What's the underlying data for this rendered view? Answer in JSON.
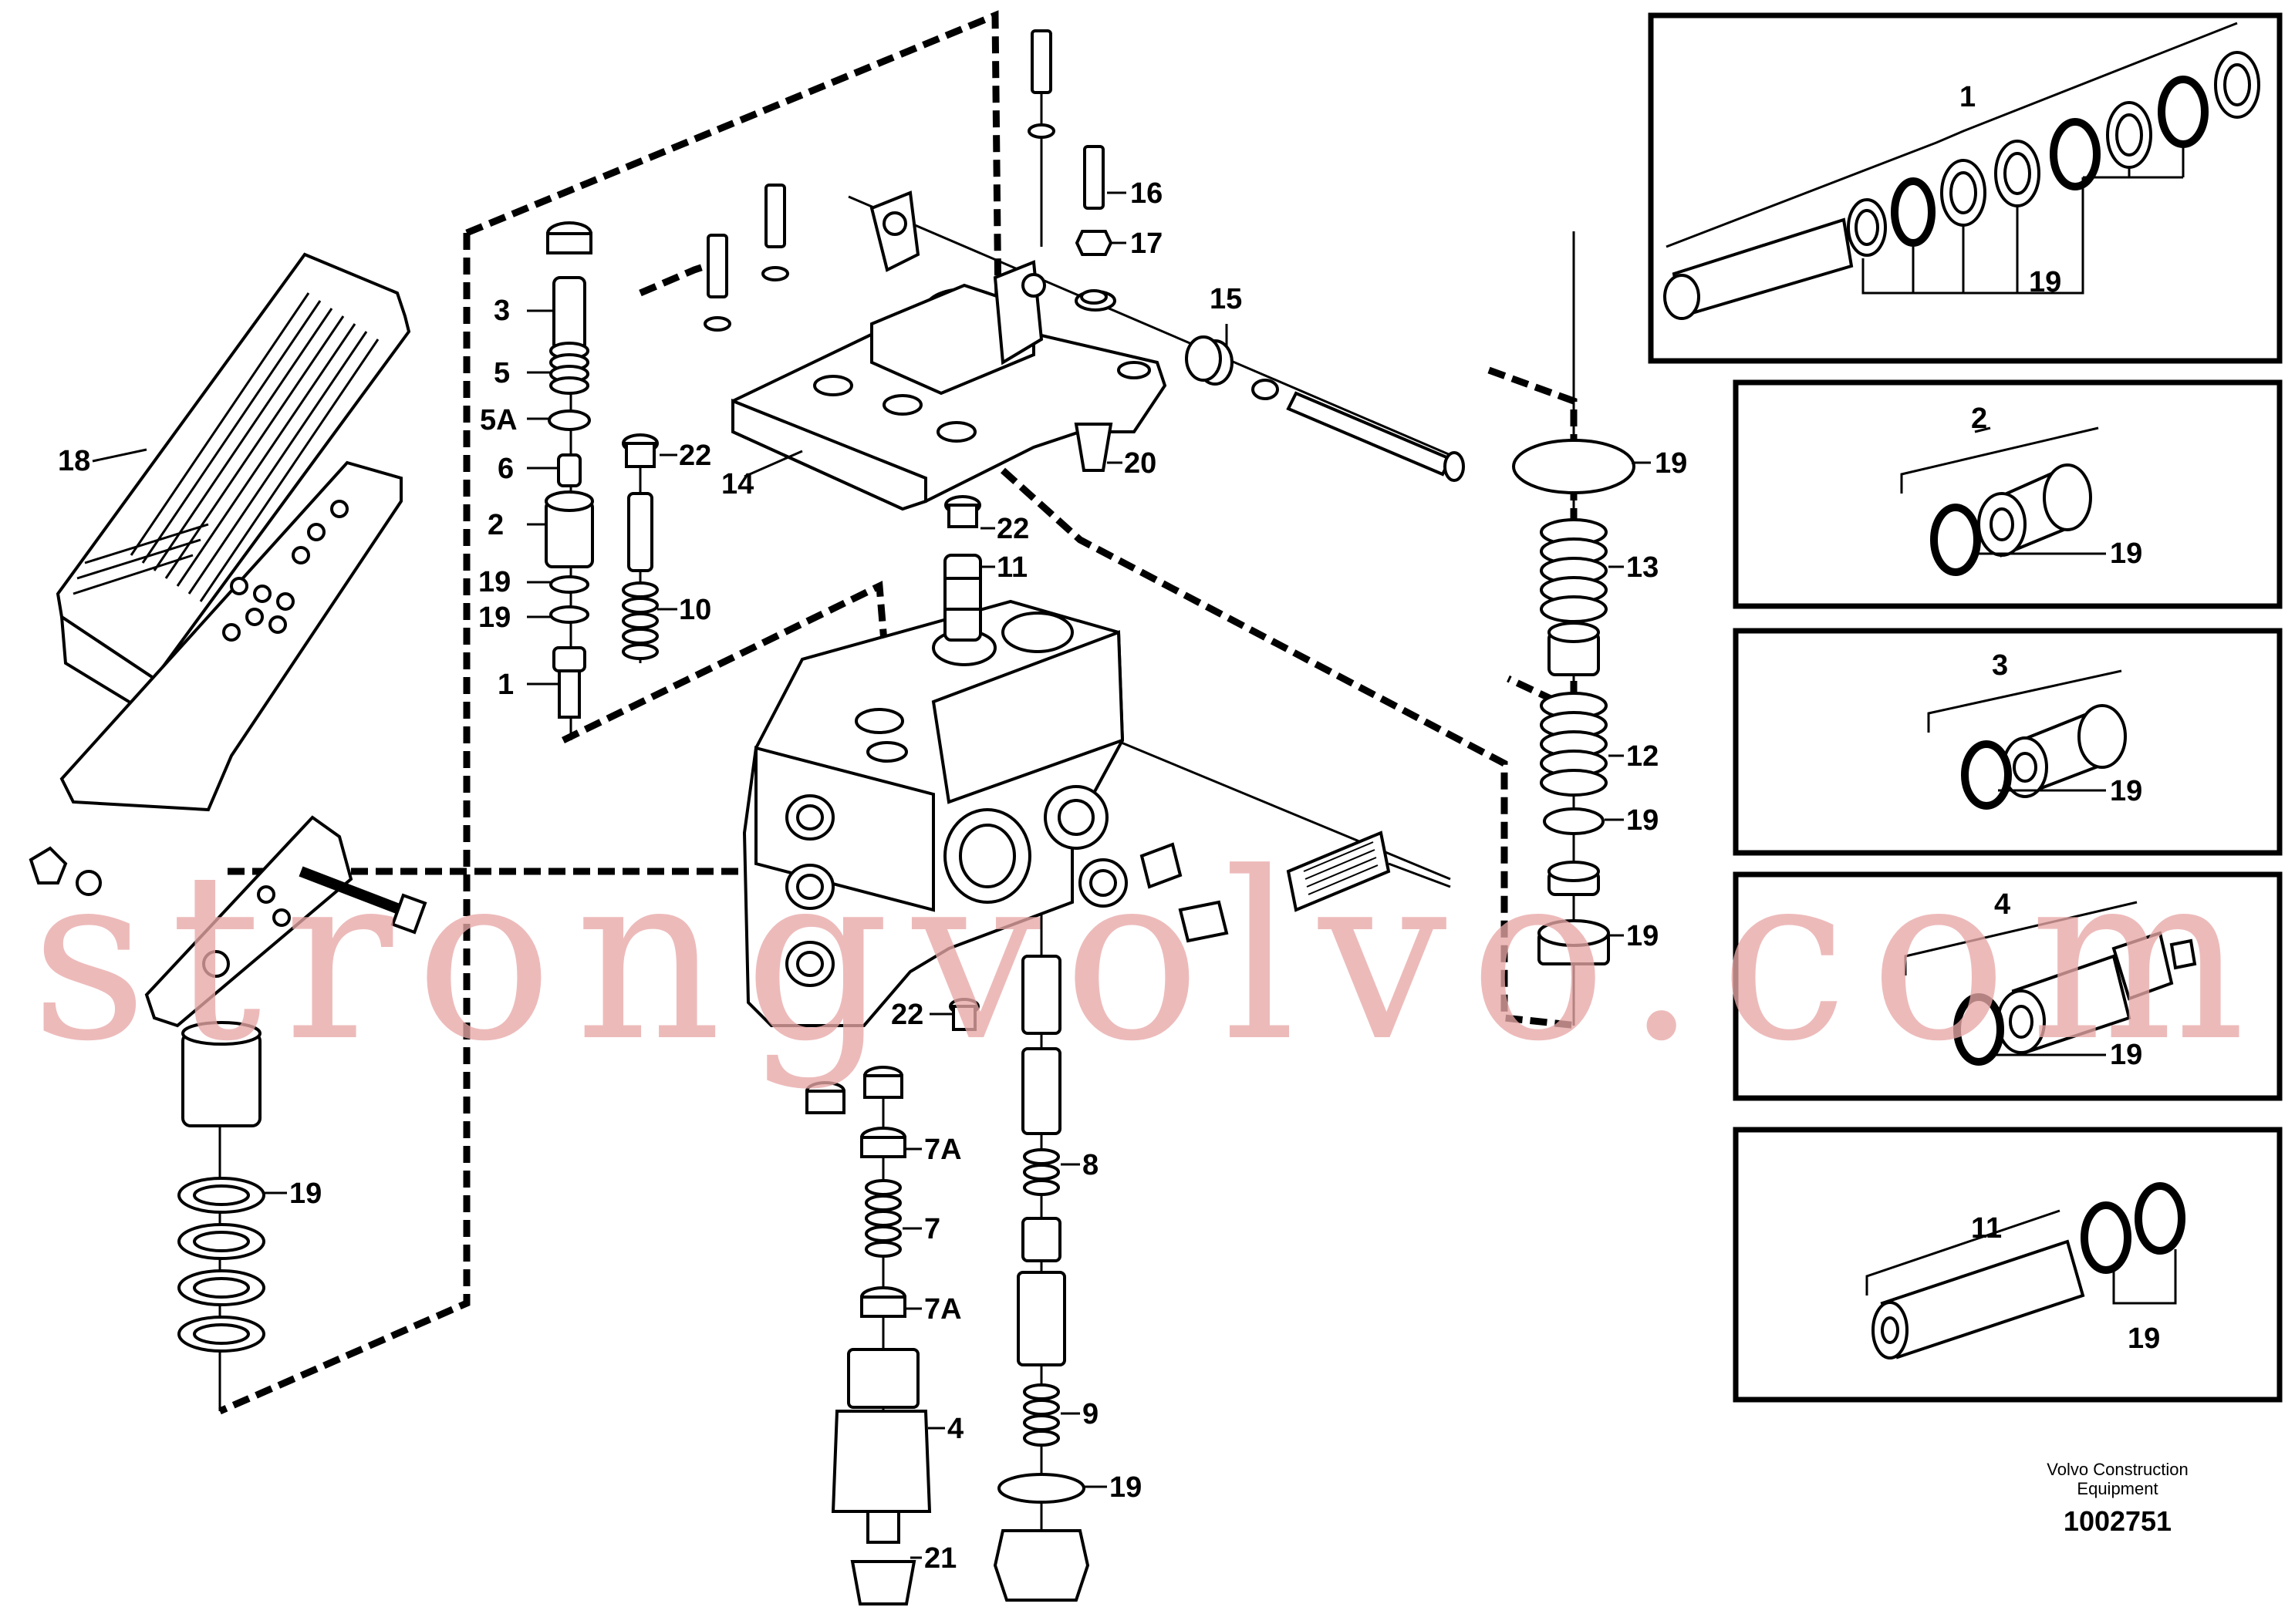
{
  "diagram": {
    "callouts": {
      "c1": "1",
      "c2": "2",
      "c3": "3",
      "c4": "4",
      "c5": "5",
      "c5a": "5A",
      "c6": "6",
      "c7": "7",
      "c7a_top": "7A",
      "c7a_bottom": "7A",
      "c8": "8",
      "c9": "9",
      "c10": "10",
      "c11": "11",
      "c12": "12",
      "c13": "13",
      "c14": "14",
      "c15": "15",
      "c16": "16",
      "c17": "17",
      "c18": "18",
      "c19_left_a": "19",
      "c19_left_b": "19",
      "c19_bottom_left": "19",
      "c19_bottom_mid": "19",
      "c19_right_top": "19",
      "c19_right_mid": "19",
      "c19_right_bottom": "19",
      "c20": "20",
      "c21": "21",
      "c22_top": "22",
      "c22_mid": "22",
      "c22_low": "22"
    },
    "insets": [
      {
        "name": "inset-1",
        "label": "1",
        "seal_label": "19"
      },
      {
        "name": "inset-2",
        "label": "2",
        "seal_label": "19"
      },
      {
        "name": "inset-3",
        "label": "3",
        "seal_label": "19"
      },
      {
        "name": "inset-4",
        "label": "4",
        "seal_label": "19"
      },
      {
        "name": "inset-11",
        "label": "11",
        "seal_label": "19"
      }
    ],
    "footer": {
      "maker_line1": "Volvo Construction",
      "maker_line2": "Equipment",
      "drawing_number": "1002751"
    },
    "watermark": "strongvolvo.com",
    "colors": {
      "ink": "#000000",
      "watermark": "#e8a7a7",
      "background": "#ffffff"
    }
  }
}
